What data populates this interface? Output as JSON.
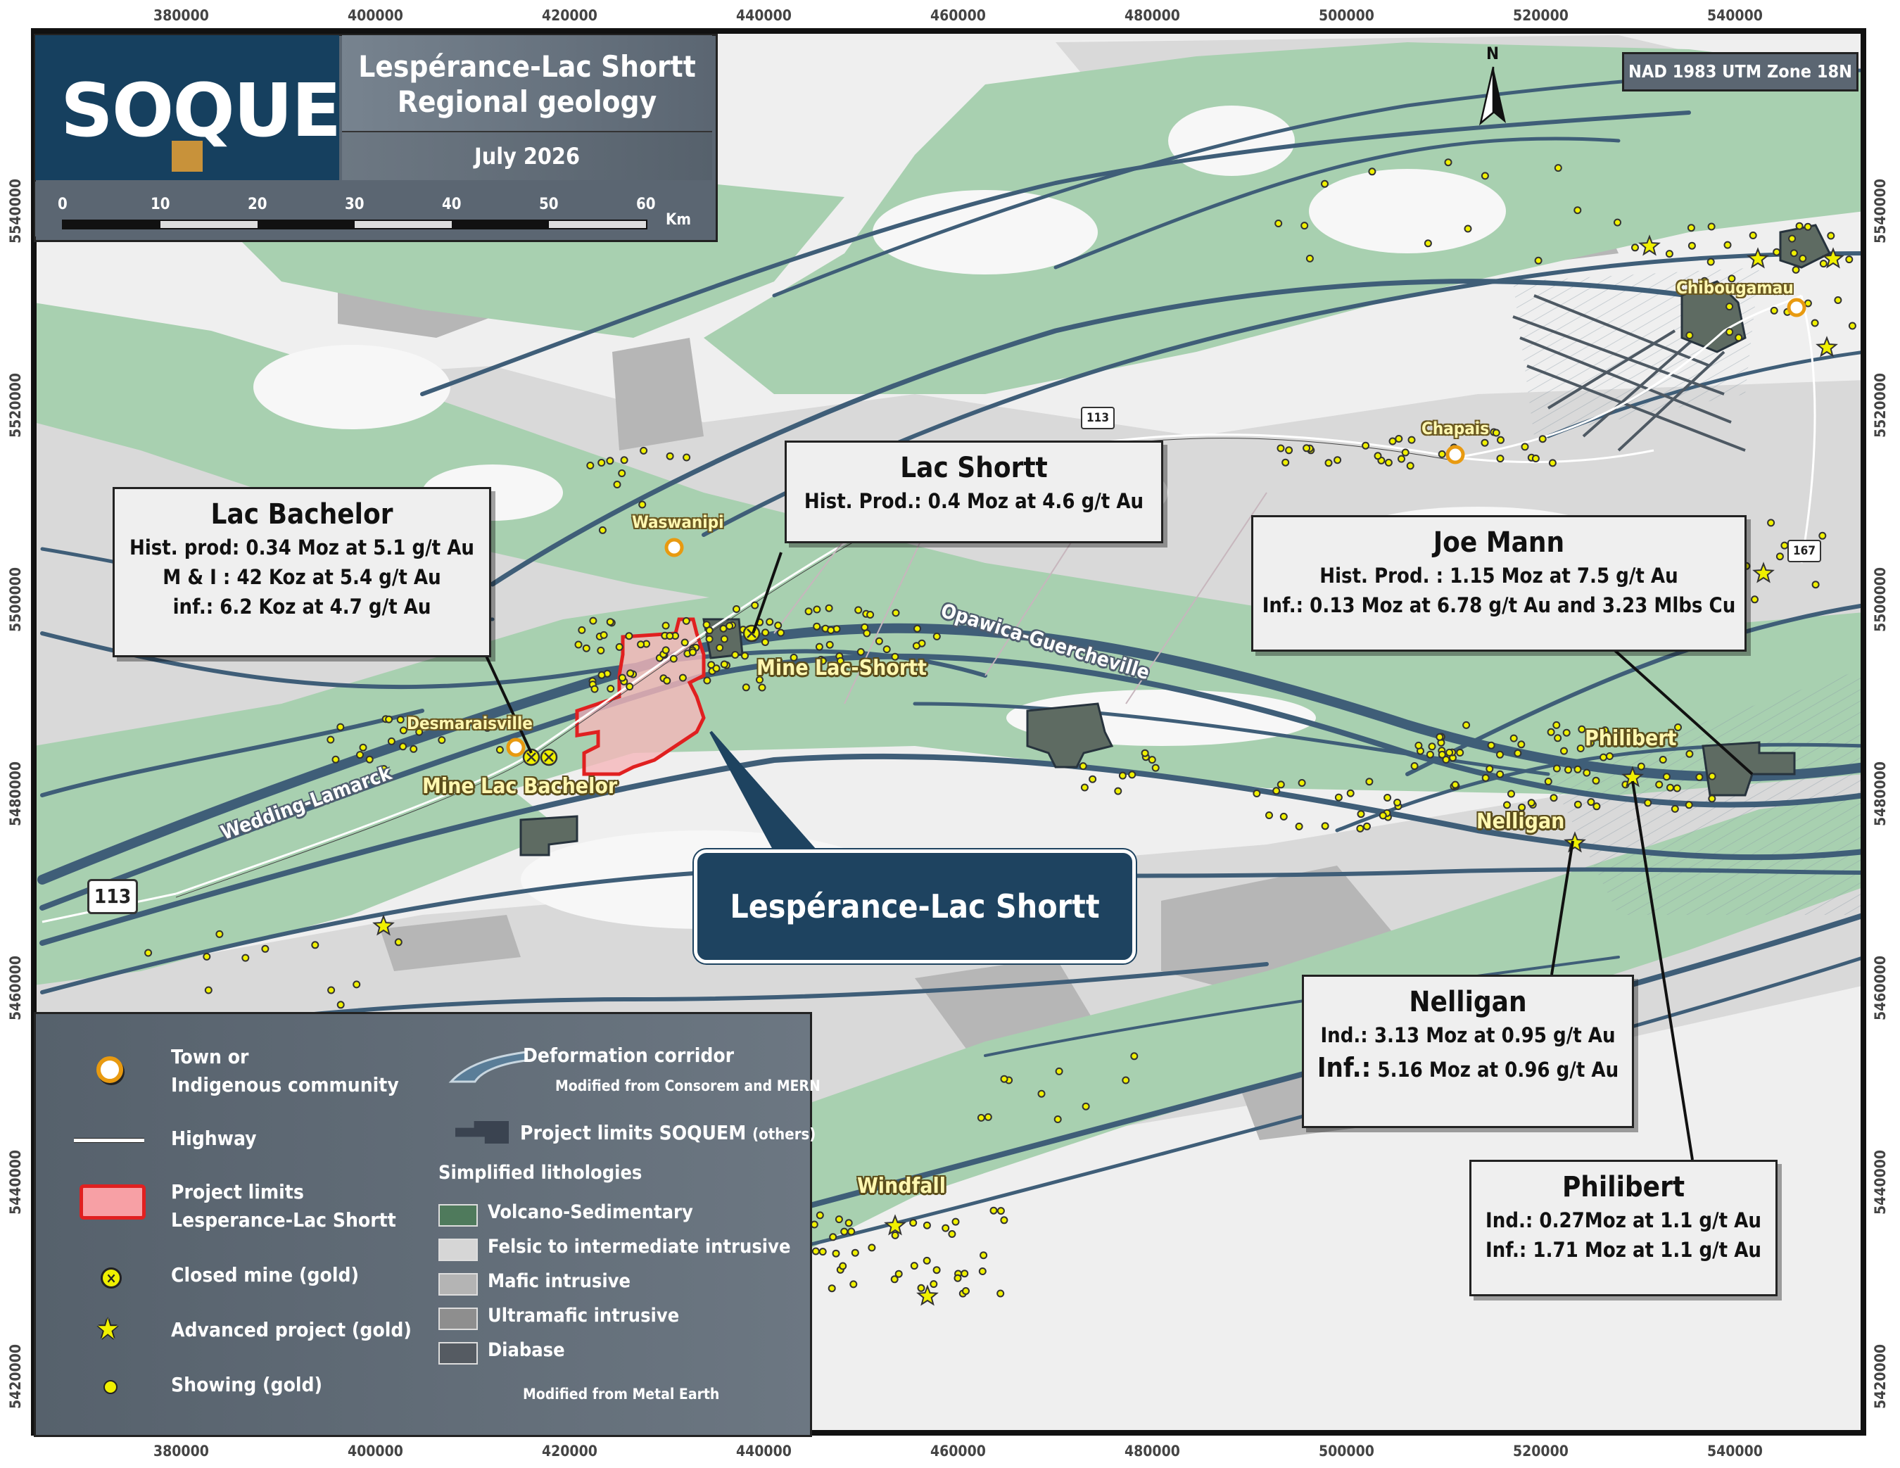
{
  "header": {
    "logo_text": "SOQUEM",
    "title_line1": "Lespérance-Lac Shortt",
    "title_line2": "Regional geology",
    "date": "July 2026",
    "scale_labels": [
      "0",
      "10",
      "20",
      "30",
      "40",
      "50",
      "60"
    ],
    "scale_unit": "Km"
  },
  "projection": "NAD 1983 UTM Zone 18N",
  "north_label": "N",
  "axes": {
    "x_ticks": [
      "380000",
      "400000",
      "420000",
      "440000",
      "460000",
      "480000",
      "500000",
      "520000",
      "540000"
    ],
    "y_ticks": [
      "5540000",
      "5520000",
      "5500000",
      "5480000",
      "5460000",
      "5440000",
      "5420000"
    ]
  },
  "highway_shields": [
    {
      "id": "113-west",
      "label": "113"
    },
    {
      "id": "113-north",
      "label": "113"
    },
    {
      "id": "167",
      "label": "167"
    }
  ],
  "towns": [
    "Waswanipi",
    "Desmaraisville",
    "Chapais",
    "Chibougamau"
  ],
  "mine_labels": {
    "lac_shortt": "Mine Lac-Shortt",
    "lac_bachelor": "Mine Lac Bachelor"
  },
  "project_labels": [
    "Windfall",
    "Philibert",
    "Nelligan"
  ],
  "corridors": [
    "Wedding-Lamarck",
    "Opawica-Guercheville"
  ],
  "main_label": "Lespérance-Lac Shortt",
  "callouts": {
    "lac_bachelor": {
      "title": "Lac Bachelor",
      "lines": [
        "Hist. prod: 0.34 Moz at 5.1 g/t Au",
        "M & I : 42 Koz at 5.4 g/t Au",
        "inf.: 6.2 Koz at 4.7 g/t Au"
      ]
    },
    "lac_shortt": {
      "title": "Lac Shortt",
      "lines": [
        "Hist. Prod.: 0.4 Moz at 4.6 g/t Au"
      ]
    },
    "joe_mann": {
      "title": "Joe Mann",
      "lines": [
        "Hist. Prod. : 1.15 Moz at 7.5 g/t Au",
        "Inf.: 0.13 Moz at 6.78 g/t Au and 3.23 Mlbs Cu"
      ]
    },
    "nelligan": {
      "title": "Nelligan",
      "line1": "Ind.: 3.13 Moz at 0.95 g/t Au",
      "line2_prefix": "Inf.:",
      "line2_rest": " 5.16 Moz at 0.96 g/t Au"
    },
    "philibert": {
      "title": "Philibert",
      "lines": [
        "Ind.: 0.27Moz at 1.1 g/t Au",
        "Inf.: 1.71 Moz at 1.1 g/t Au"
      ]
    }
  },
  "legend": {
    "town": [
      "Town or",
      "Indigenous community"
    ],
    "highway": "Highway",
    "project_limits": [
      "Project limits",
      "Lesperance-Lac Shortt"
    ],
    "closed_mine": "Closed mine (gold)",
    "advanced_project": "Advanced project (gold)",
    "showing": "Showing (gold)",
    "deformation": "Deformation corridor",
    "deformation_source": "Modified from Consorem and MERN",
    "project_soquem": "Project limits SOQUEM",
    "project_soquem_suffix": "(others)",
    "lith_header": "Simplified lithologies",
    "lithologies": [
      {
        "label": "Volcano-Sedimentary",
        "color": "#4f7a5c"
      },
      {
        "label": "Felsic to intermediate intrusive",
        "color": "#d6d6d6"
      },
      {
        "label": "Mafic intrusive",
        "color": "#b4b4b4"
      },
      {
        "label": "Ultramafic intrusive",
        "color": "#8e8e8e"
      },
      {
        "label": "Diabase",
        "color": "#555b62"
      }
    ],
    "lith_source": "Modified from Metal Earth"
  },
  "colors": {
    "volcano_green": "#a8d0b0",
    "corridor_blue": "#3f5e78",
    "frame_dark": "#1e4360",
    "showing_yellow": "#f0f000",
    "project_red": "#e02020"
  }
}
